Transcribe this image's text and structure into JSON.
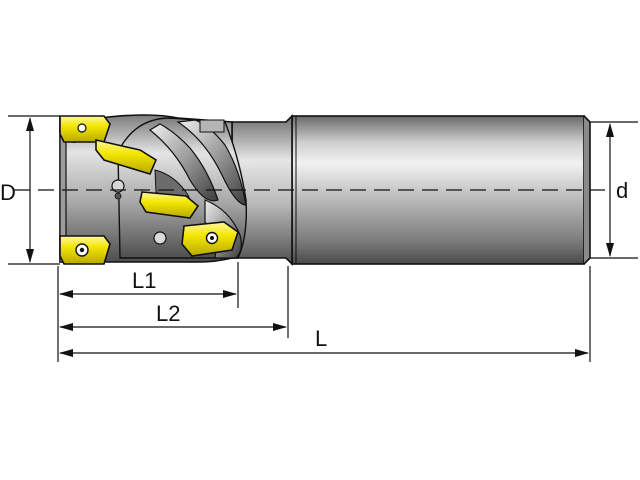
{
  "labels": {
    "D": "D",
    "d": "d",
    "L1": "L1",
    "L2": "L2",
    "L": "L"
  },
  "colors": {
    "background": "#ffffff",
    "outline": "#111111",
    "insert_yellow": "#f2e600",
    "steel_light": "#e8e8e8",
    "steel_mid": "#a9a9a9",
    "steel_dark": "#5a5a5a"
  }
}
